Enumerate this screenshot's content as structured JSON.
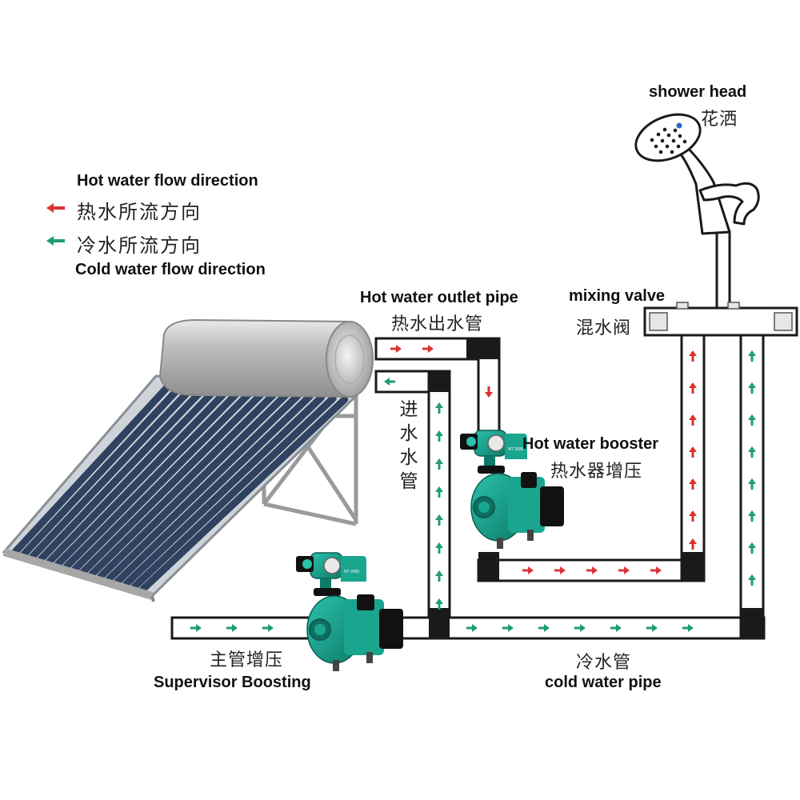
{
  "legend": {
    "hot_en": "Hot water flow direction",
    "hot_zh": "热水所流方向",
    "cold_zh": "冷水所流方向",
    "cold_en": "Cold water flow direction"
  },
  "labels": {
    "shower_en": "shower head",
    "shower_zh": "花洒",
    "hot_outlet_en": "Hot water outlet pipe",
    "hot_outlet_zh": "热水出水管",
    "mixing_en": "mixing valve",
    "mixing_zh": "混水阀",
    "inlet_zh": "进水水管",
    "booster_en": "Hot water booster",
    "booster_zh": "热水器增压",
    "main_zh": "主管增压",
    "main_en": "Supervisor Boosting",
    "cold_pipe_zh": "冷水管",
    "cold_pipe_en": "cold water pipe"
  },
  "pump_badge": "NT 2000",
  "colors": {
    "hot_arrow": "#d8332f",
    "cold_arrow": "#1f9e72",
    "pipe_dark": "#1a1a1a",
    "pump_green": "#1a9b88",
    "pump_motor": "#111111",
    "tank": "#c8c8c8"
  }
}
